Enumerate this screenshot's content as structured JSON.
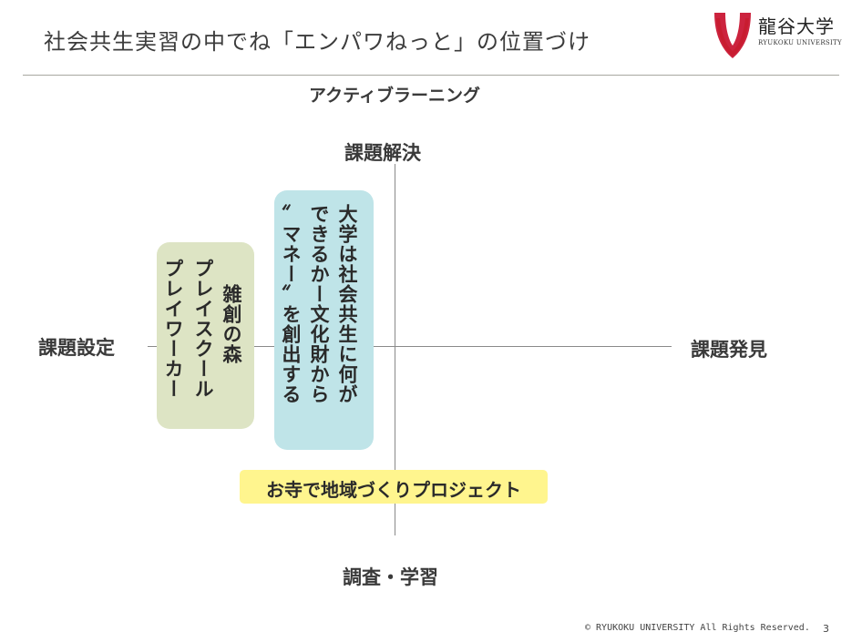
{
  "slide": {
    "title": "社会共生実習の中でね「エンパワねっと」の位置づけ",
    "page_number": "3",
    "copyright": "© RYUKOKU UNIVERSITY  All Rights Reserved."
  },
  "logo": {
    "name": "龍谷大学",
    "english": "RYUKOKU UNIVERSITY",
    "colors": {
      "red": "#c8102e",
      "gold": "#c9a94a"
    }
  },
  "diagram": {
    "heading": "アクティブラーニング",
    "axes": {
      "top": "課題解決",
      "bottom": "調査・学習",
      "left": "課題設定",
      "right": "課題発見"
    },
    "items": [
      {
        "color": "#dde4c4",
        "lines": [
          "雑創の森",
          "プレイスクール",
          "プレイワーカー"
        ]
      },
      {
        "color": "#bfe4e8",
        "lines": [
          "大学は社会共生に何が",
          "できるかー文化財から",
          "〞マネー〞を創出する"
        ]
      },
      {
        "color": "#fff58e",
        "lines": [
          "お寺で地域づくりプロジェクト"
        ]
      }
    ]
  }
}
